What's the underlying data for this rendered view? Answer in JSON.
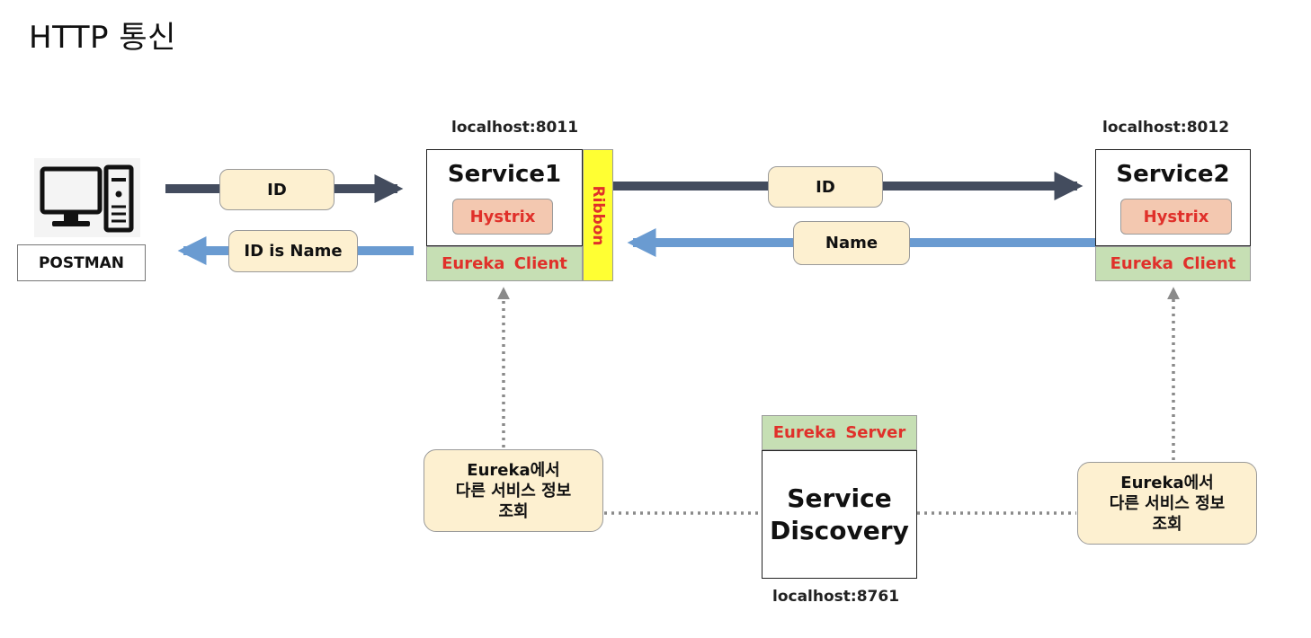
{
  "title": "HTTP 통신",
  "postman": {
    "label": "POSTMAN",
    "icon": "computer-icon"
  },
  "service1": {
    "host": "localhost:8011",
    "name": "Service1",
    "hystrix": "Hystrix",
    "eureka_client": "Eureka Client",
    "ribbon": "Ribbon"
  },
  "service2": {
    "host": "localhost:8012",
    "name": "Service2",
    "hystrix": "Hystrix",
    "eureka_client": "Eureka Client"
  },
  "discovery": {
    "host": "localhost:8761",
    "eureka_server": "Eureka Server",
    "line1": "Service",
    "line2": "Discovery"
  },
  "arrows": {
    "postman_to_service1": "ID",
    "service1_to_postman": "ID is Name",
    "service1_to_service2": "ID",
    "service2_to_service1": "Name"
  },
  "notes": {
    "left": {
      "line1": "Eureka에서",
      "line2": "다른 서비스 정보",
      "line3": "조회"
    },
    "right": {
      "line1": "Eureka에서",
      "line2": "다른 서비스 정보",
      "line3": "조회"
    }
  },
  "colors": {
    "dark_arrow": "#434c5e",
    "blue_arrow": "#6a9bd1",
    "hystrix_bg": "#f3c8b0",
    "eureka_bg": "#c6dfb4",
    "ribbon_bg": "#ffff33",
    "label_red": "#e0302a",
    "pill_bg": "#fdf0d0"
  }
}
